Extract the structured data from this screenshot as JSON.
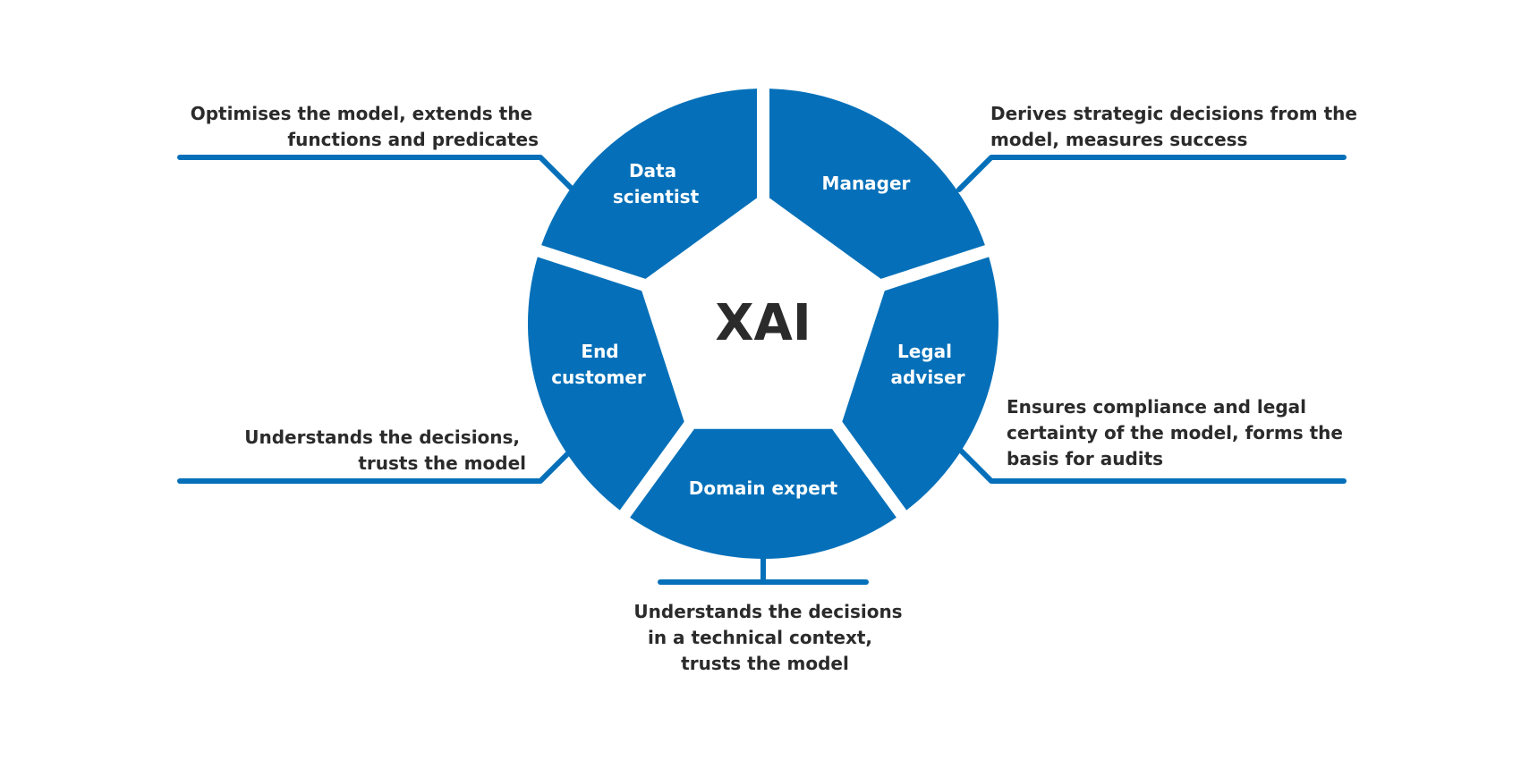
{
  "diagram": {
    "center": "XAI",
    "colors": {
      "segment": "#0570b9",
      "text": "#2b2b2b",
      "segment_text": "#ffffff"
    },
    "roles": [
      {
        "id": "data-scientist",
        "label_lines": [
          "Data",
          "scientist"
        ],
        "description_lines": [
          "Optimises the model, extends the",
          "functions and predicates"
        ]
      },
      {
        "id": "manager",
        "label_lines": [
          "Manager"
        ],
        "description_lines": [
          "Derives strategic decisions from the",
          "model, measures success"
        ]
      },
      {
        "id": "legal-adviser",
        "label_lines": [
          "Legal",
          "adviser"
        ],
        "description_lines": [
          "Ensures compliance and legal",
          "certainty of the model, forms the",
          "basis for audits"
        ]
      },
      {
        "id": "domain-expert",
        "label_lines": [
          "Domain expert"
        ],
        "description_lines": [
          "Understands the decisions",
          "in a technical context,",
          "trusts the model"
        ]
      },
      {
        "id": "end-customer",
        "label_lines": [
          "End",
          "customer"
        ],
        "description_lines": [
          "Understands the decisions,",
          "trusts the model"
        ]
      }
    ]
  }
}
